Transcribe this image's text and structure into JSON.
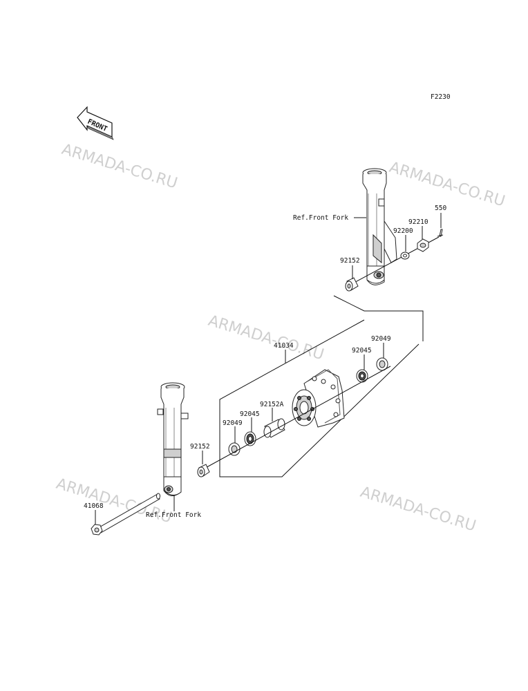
{
  "diagram_code": "F2230",
  "front_label": "FRONT",
  "watermark": "ARMADA-CO.RU",
  "parts": {
    "p550": "550",
    "p92210": "92210",
    "p92200": "92200",
    "p92152_upper": "92152",
    "p41034": "41034",
    "p92049_right": "92049",
    "p92045_right": "92045",
    "p92152A": "92152A",
    "p92045_left": "92045",
    "p92049_left": "92049",
    "p92152_lower": "92152",
    "p41068": "41068"
  },
  "refs": {
    "upper_fork": "Ref.Front Fork",
    "lower_fork": "Ref.Front Fork"
  }
}
